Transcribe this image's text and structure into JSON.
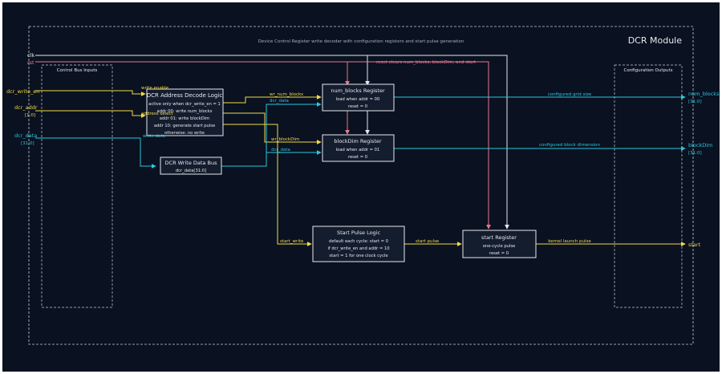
{
  "diagram": {
    "title": "DCR Module",
    "subtitle": "Device Control Register write decoder with configuration registers and start pulse generation",
    "colors": {
      "background": "#0a1120",
      "panel_stroke": "#c8ccd4",
      "box_fill": "#141d2e",
      "box_stroke": "#e6e8ee",
      "text": "#e6e8ee",
      "yellow": "#f0dc46",
      "cyan": "#28c8dc",
      "pink": "#ea7890",
      "white_wire": "#e6e8ee"
    },
    "groups": {
      "inputs_label": "Control Bus Inputs",
      "outputs_label": "Configuration Outputs"
    },
    "ports": {
      "clk": "clk",
      "rst": "rst",
      "write_en": "dcr_write_en",
      "addr": "dcr_addr",
      "addr_width": "[1:0]",
      "data": "dcr_data",
      "data_width": "[31:0]",
      "out_num_blocks": "num_blocks",
      "out_num_blocks_width": "[31:0]",
      "out_blockdim": "blockDim",
      "out_blockdim_width": "[31:0]",
      "out_start": "start"
    },
    "blocks": {
      "decode": {
        "title": "DCR Address Decode Logic",
        "lines": [
          "active only when dcr_write_en = 1",
          "addr 00: write num_blocks",
          "addr 01: write blockDim",
          "addr 10: generate start pulse",
          "otherwise: no write"
        ]
      },
      "databus": {
        "title": "DCR Write Data Bus",
        "lines": [
          "dcr_data[31:0]"
        ]
      },
      "numblocks": {
        "title": "num_blocks Register",
        "lines": [
          "load when addr = 00",
          "reset = 0"
        ]
      },
      "blockdim": {
        "title": "blockDim Register",
        "lines": [
          "load when addr = 01",
          "reset = 0"
        ]
      },
      "startlogic": {
        "title": "Start Pulse Logic",
        "lines": [
          "default each cycle: start = 0",
          "if dcr_write_en and addr = 10",
          "start = 1 for one clock cycle"
        ]
      },
      "startreg": {
        "title": "start Register",
        "lines": [
          "one-cycle pulse",
          "reset = 0"
        ]
      }
    },
    "wire_labels": {
      "write_enable": "write enable",
      "address_select": "address select",
      "write_data": "write data",
      "wr_num_blocks": "wr_num_blocks",
      "dcr_data_1": "dcr_data",
      "wr_blockdim": "wr_blockDim",
      "dcr_data_2": "dcr_data",
      "start_write": "start_write",
      "start_pulse": "start pulse",
      "reset_clears": "reset clears num_blocks, blockDim, and start",
      "configured_grid_size": "configured grid size",
      "configured_block_dimension": "configured block dimension",
      "kernel_launch_pulse": "kernel launch pulse"
    }
  }
}
